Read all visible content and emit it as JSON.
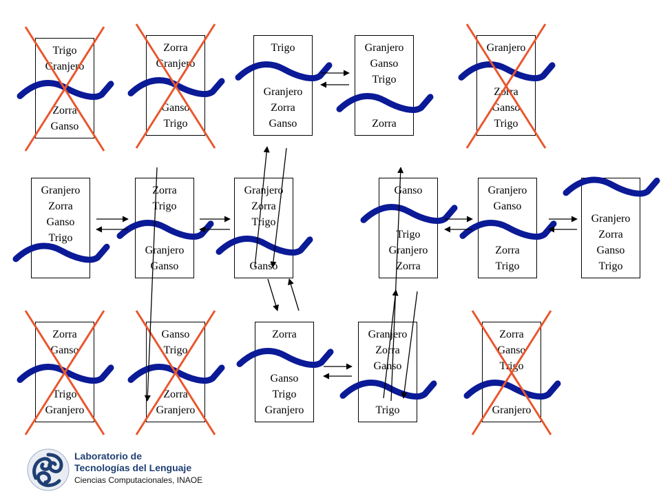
{
  "colors": {
    "river": "#0b1a96",
    "cross": "#e8572d",
    "arrow": "#000000"
  },
  "states": [
    {
      "id": "r1c1",
      "top": [
        "Trigo",
        "Granjero"
      ],
      "bottom": [
        "Zorra",
        "Ganso"
      ],
      "invalid": true
    },
    {
      "id": "r1c2",
      "top": [
        "Zorra",
        "Granjero"
      ],
      "bottom": [
        "Ganso",
        "Trigo"
      ],
      "invalid": true
    },
    {
      "id": "r1c3",
      "top": [
        "Trigo"
      ],
      "bottom": [
        "Granjero",
        "Zorra",
        "Ganso"
      ],
      "invalid": false
    },
    {
      "id": "r1c4",
      "top": [
        "Granjero",
        "Ganso",
        "Trigo"
      ],
      "bottom": [
        "Zorra"
      ],
      "invalid": false
    },
    {
      "id": "r1c5",
      "top": [
        "Granjero"
      ],
      "bottom": [
        "Zorra",
        "Ganso",
        "Trigo"
      ],
      "invalid": true
    },
    {
      "id": "r2c1",
      "top": [
        "Granjero",
        "Zorra",
        "Ganso",
        "Trigo"
      ],
      "bottom": [],
      "invalid": false
    },
    {
      "id": "r2c2",
      "top": [
        "Zorra",
        "Trigo"
      ],
      "bottom": [
        "Granjero",
        "Ganso"
      ],
      "invalid": false
    },
    {
      "id": "r2c3",
      "top": [
        "Granjero",
        "Zorra",
        "Trigo"
      ],
      "bottom": [
        "Ganso"
      ],
      "invalid": false
    },
    {
      "id": "r2c4",
      "top": [
        "Ganso"
      ],
      "bottom": [
        "Trigo",
        "Granjero",
        "Zorra"
      ],
      "invalid": false
    },
    {
      "id": "r2c5",
      "top": [
        "Granjero",
        "Ganso"
      ],
      "bottom": [
        "Zorra",
        "Trigo"
      ],
      "invalid": false
    },
    {
      "id": "r2c6",
      "top": [],
      "bottom": [
        "Granjero",
        "Zorra",
        "Ganso",
        "Trigo"
      ],
      "invalid": false
    },
    {
      "id": "r3c1",
      "top": [
        "Zorra",
        "Ganso"
      ],
      "bottom": [
        "Trigo",
        "Granjero"
      ],
      "invalid": true
    },
    {
      "id": "r3c2",
      "top": [
        "Ganso",
        "Trigo"
      ],
      "bottom": [
        "Zorra",
        "Granjero"
      ],
      "invalid": true
    },
    {
      "id": "r3c3",
      "top": [
        "Zorra"
      ],
      "bottom": [
        "Ganso",
        "Trigo",
        "Granjero"
      ],
      "invalid": false
    },
    {
      "id": "r3c4",
      "top": [
        "Granjero",
        "Zorra",
        "Ganso"
      ],
      "bottom": [
        "Trigo"
      ],
      "invalid": false
    },
    {
      "id": "r3c5",
      "top": [
        "Zorra",
        "Ganso",
        "Trigo"
      ],
      "bottom": [
        "Granjero"
      ],
      "invalid": true
    }
  ],
  "transitions": [
    {
      "from": "r2c1",
      "to": "r2c2"
    },
    {
      "from": "r2c2",
      "to": "r2c3"
    },
    {
      "from": "r2c3",
      "to": "r1c3"
    },
    {
      "from": "r1c3",
      "to": "r1c4"
    },
    {
      "from": "r1c4",
      "to": "r2c4"
    },
    {
      "from": "r2c3",
      "to": "r3c3"
    },
    {
      "from": "r3c3",
      "to": "r3c4"
    },
    {
      "from": "r3c4",
      "to": "r2c4"
    },
    {
      "from": "r2c4",
      "to": "r2c5"
    },
    {
      "from": "r2c5",
      "to": "r2c6"
    }
  ],
  "logo": {
    "line1": "Laboratorio de",
    "line2": "Tecnologías del Lenguaje",
    "line3": "Ciencias Computacionales, INAOE"
  }
}
